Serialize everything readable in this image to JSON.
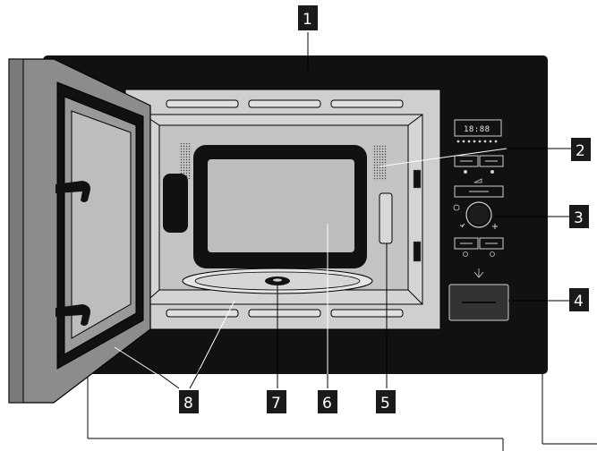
{
  "callouts": [
    {
      "number": "1",
      "part": "top"
    },
    {
      "number": "2",
      "part": "cavity-side-vent"
    },
    {
      "number": "3",
      "part": "control-knob"
    },
    {
      "number": "4",
      "part": "door-open-button"
    },
    {
      "number": "5",
      "part": "waveguide-cover"
    },
    {
      "number": "6",
      "part": "cavity"
    },
    {
      "number": "7",
      "part": "turntable-drive"
    },
    {
      "number": "8",
      "part": "door-seal"
    }
  ],
  "display": {
    "digits": "18:88"
  },
  "colors": {
    "body": "#111111",
    "door": "#8c8c8c",
    "cavity": "#c9c9c9",
    "glass": "#bdbdbd",
    "callout_bg": "#1a1a1a"
  }
}
